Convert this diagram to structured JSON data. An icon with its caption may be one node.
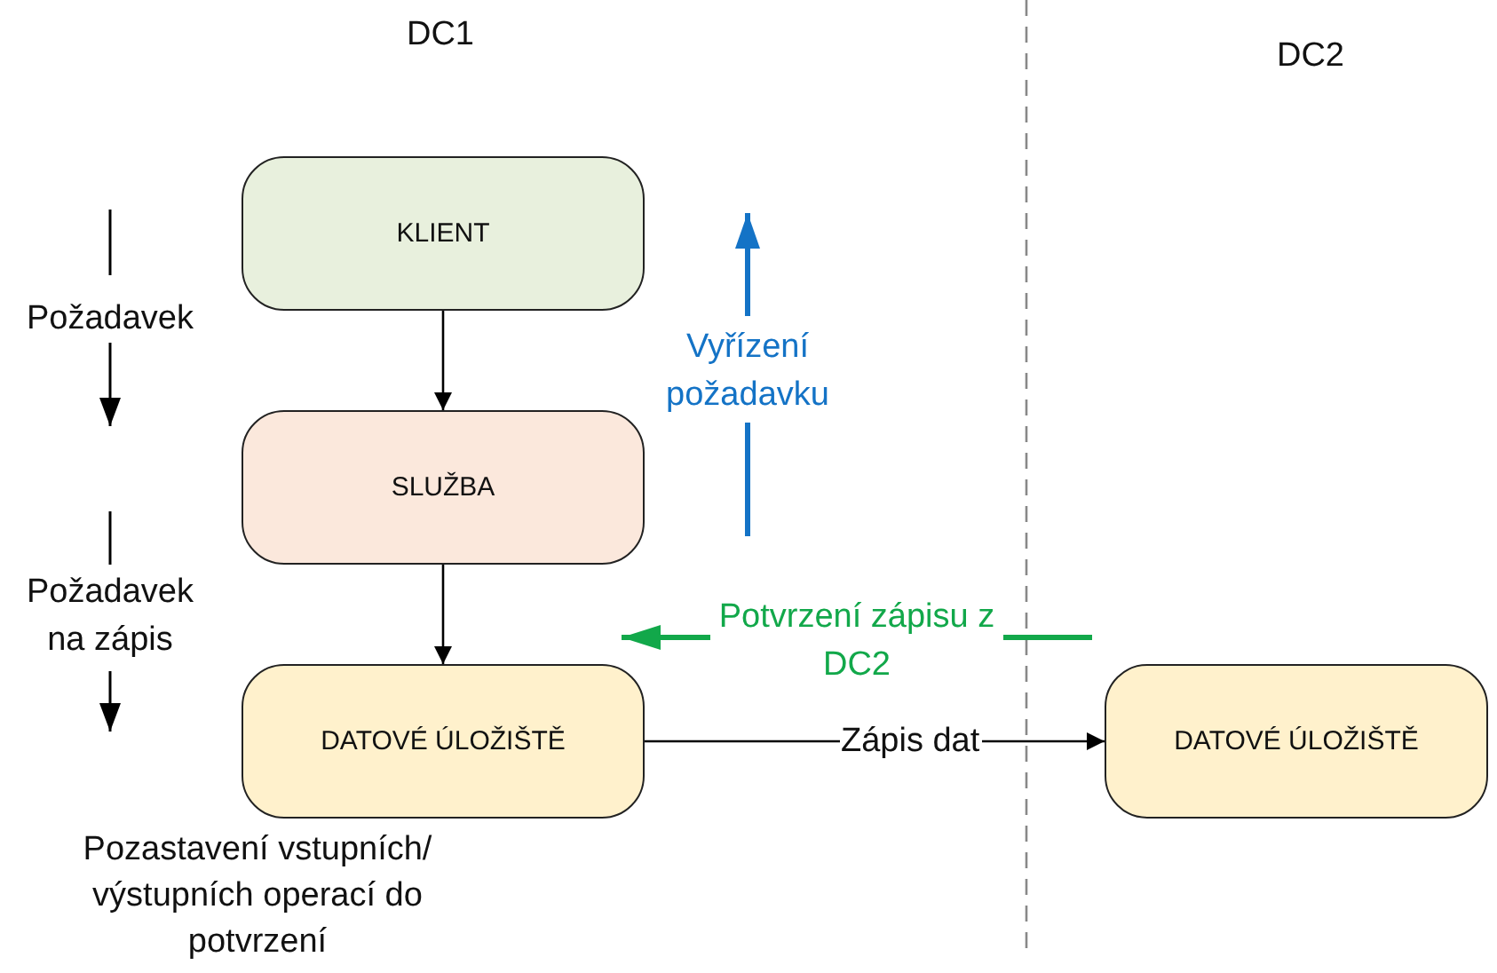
{
  "diagram": {
    "nodes": [
      {
        "text": [
          "KLIENT"
        ]
      },
      {
        "text": [
          "SLUŽBA"
        ]
      },
      {
        "text": [
          "DATOVÉ ÚLOŽIŠTĚ"
        ],
        "beside": [
          "Pozastavení vstupních/ výstupních operací do potvrzení"
        ]
      },
      {
        "text": [
          "DATOVÉ ÚLOŽIŠTĚ"
        ]
      }
    ],
    "edges": [
      {
        "from": 0,
        "to": 1,
        "arrow": "to"
      },
      {
        "from": 1,
        "to": 2,
        "arrow": "to"
      },
      {
        "from": 2,
        "to": 3,
        "arrow": "to",
        "label": "Zápis dat"
      }
    ],
    "labels": [
      "DC1",
      "DC2",
      "Požadavek",
      "Vyřízení požadavku",
      "Požadavek na zápis",
      "Potvrzení zápisu z DC2"
    ]
  }
}
